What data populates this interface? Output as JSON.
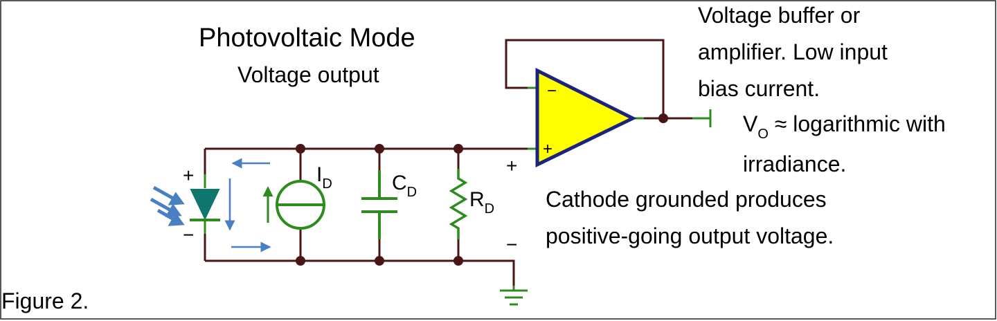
{
  "title": "Photovoltaic Mode",
  "subtitle": "Voltage output",
  "notes": {
    "buffer": [
      "Voltage buffer or",
      "amplifier. Low input",
      "bias current."
    ],
    "output": [
      "≈ logarithmic with",
      "irradiance."
    ],
    "output_symbol": {
      "main": "V",
      "sub": "O"
    },
    "cathode": [
      "Cathode grounded produces",
      "positive-going output voltage."
    ]
  },
  "components": {
    "current_source": {
      "main": "I",
      "sub": "D"
    },
    "capacitor": {
      "main": "C",
      "sub": "D"
    },
    "resistor": {
      "main": "R",
      "sub": "D"
    }
  },
  "polarity": {
    "diode_plus": "+",
    "diode_minus": "−",
    "input_plus": "+",
    "input_minus": "−",
    "opamp_inverting": "−",
    "opamp_noninverting": "+"
  },
  "figure_caption": "Figure 2.",
  "colors": {
    "wire": "#4a1515",
    "lead": "#2e8b1e",
    "opamp_fill": "#ffff00",
    "opamp_outline": "#1a237e",
    "diode": "#0f766e",
    "arrow": "#4a7fc1"
  }
}
